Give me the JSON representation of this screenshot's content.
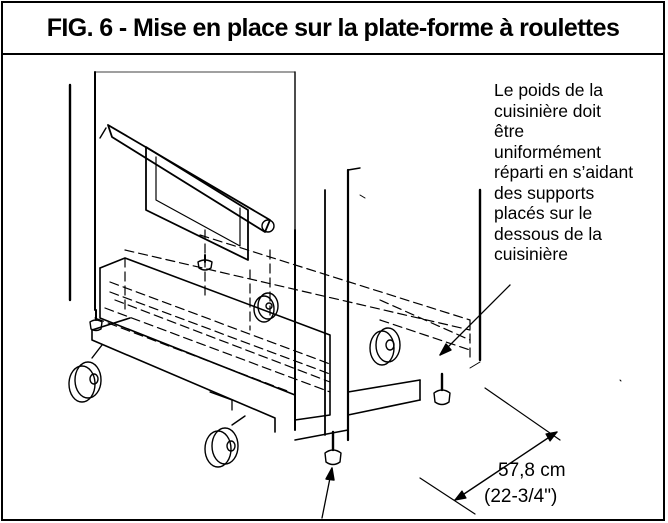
{
  "figure": {
    "title": "FIG. 6 - Mise en place sur la plate-forme à roulettes",
    "note_lines": [
      "Le poids de la",
      "cuisinière doit",
      "être",
      "uniformément",
      "réparti en s’aidant",
      "des supports",
      "placés sur le",
      "dessous de la",
      "cuisinière"
    ],
    "dimension_cm": "57,8 cm",
    "dimension_in": "(22-3/4\")"
  },
  "colors": {
    "ink": "#000000",
    "background": "#ffffff"
  }
}
